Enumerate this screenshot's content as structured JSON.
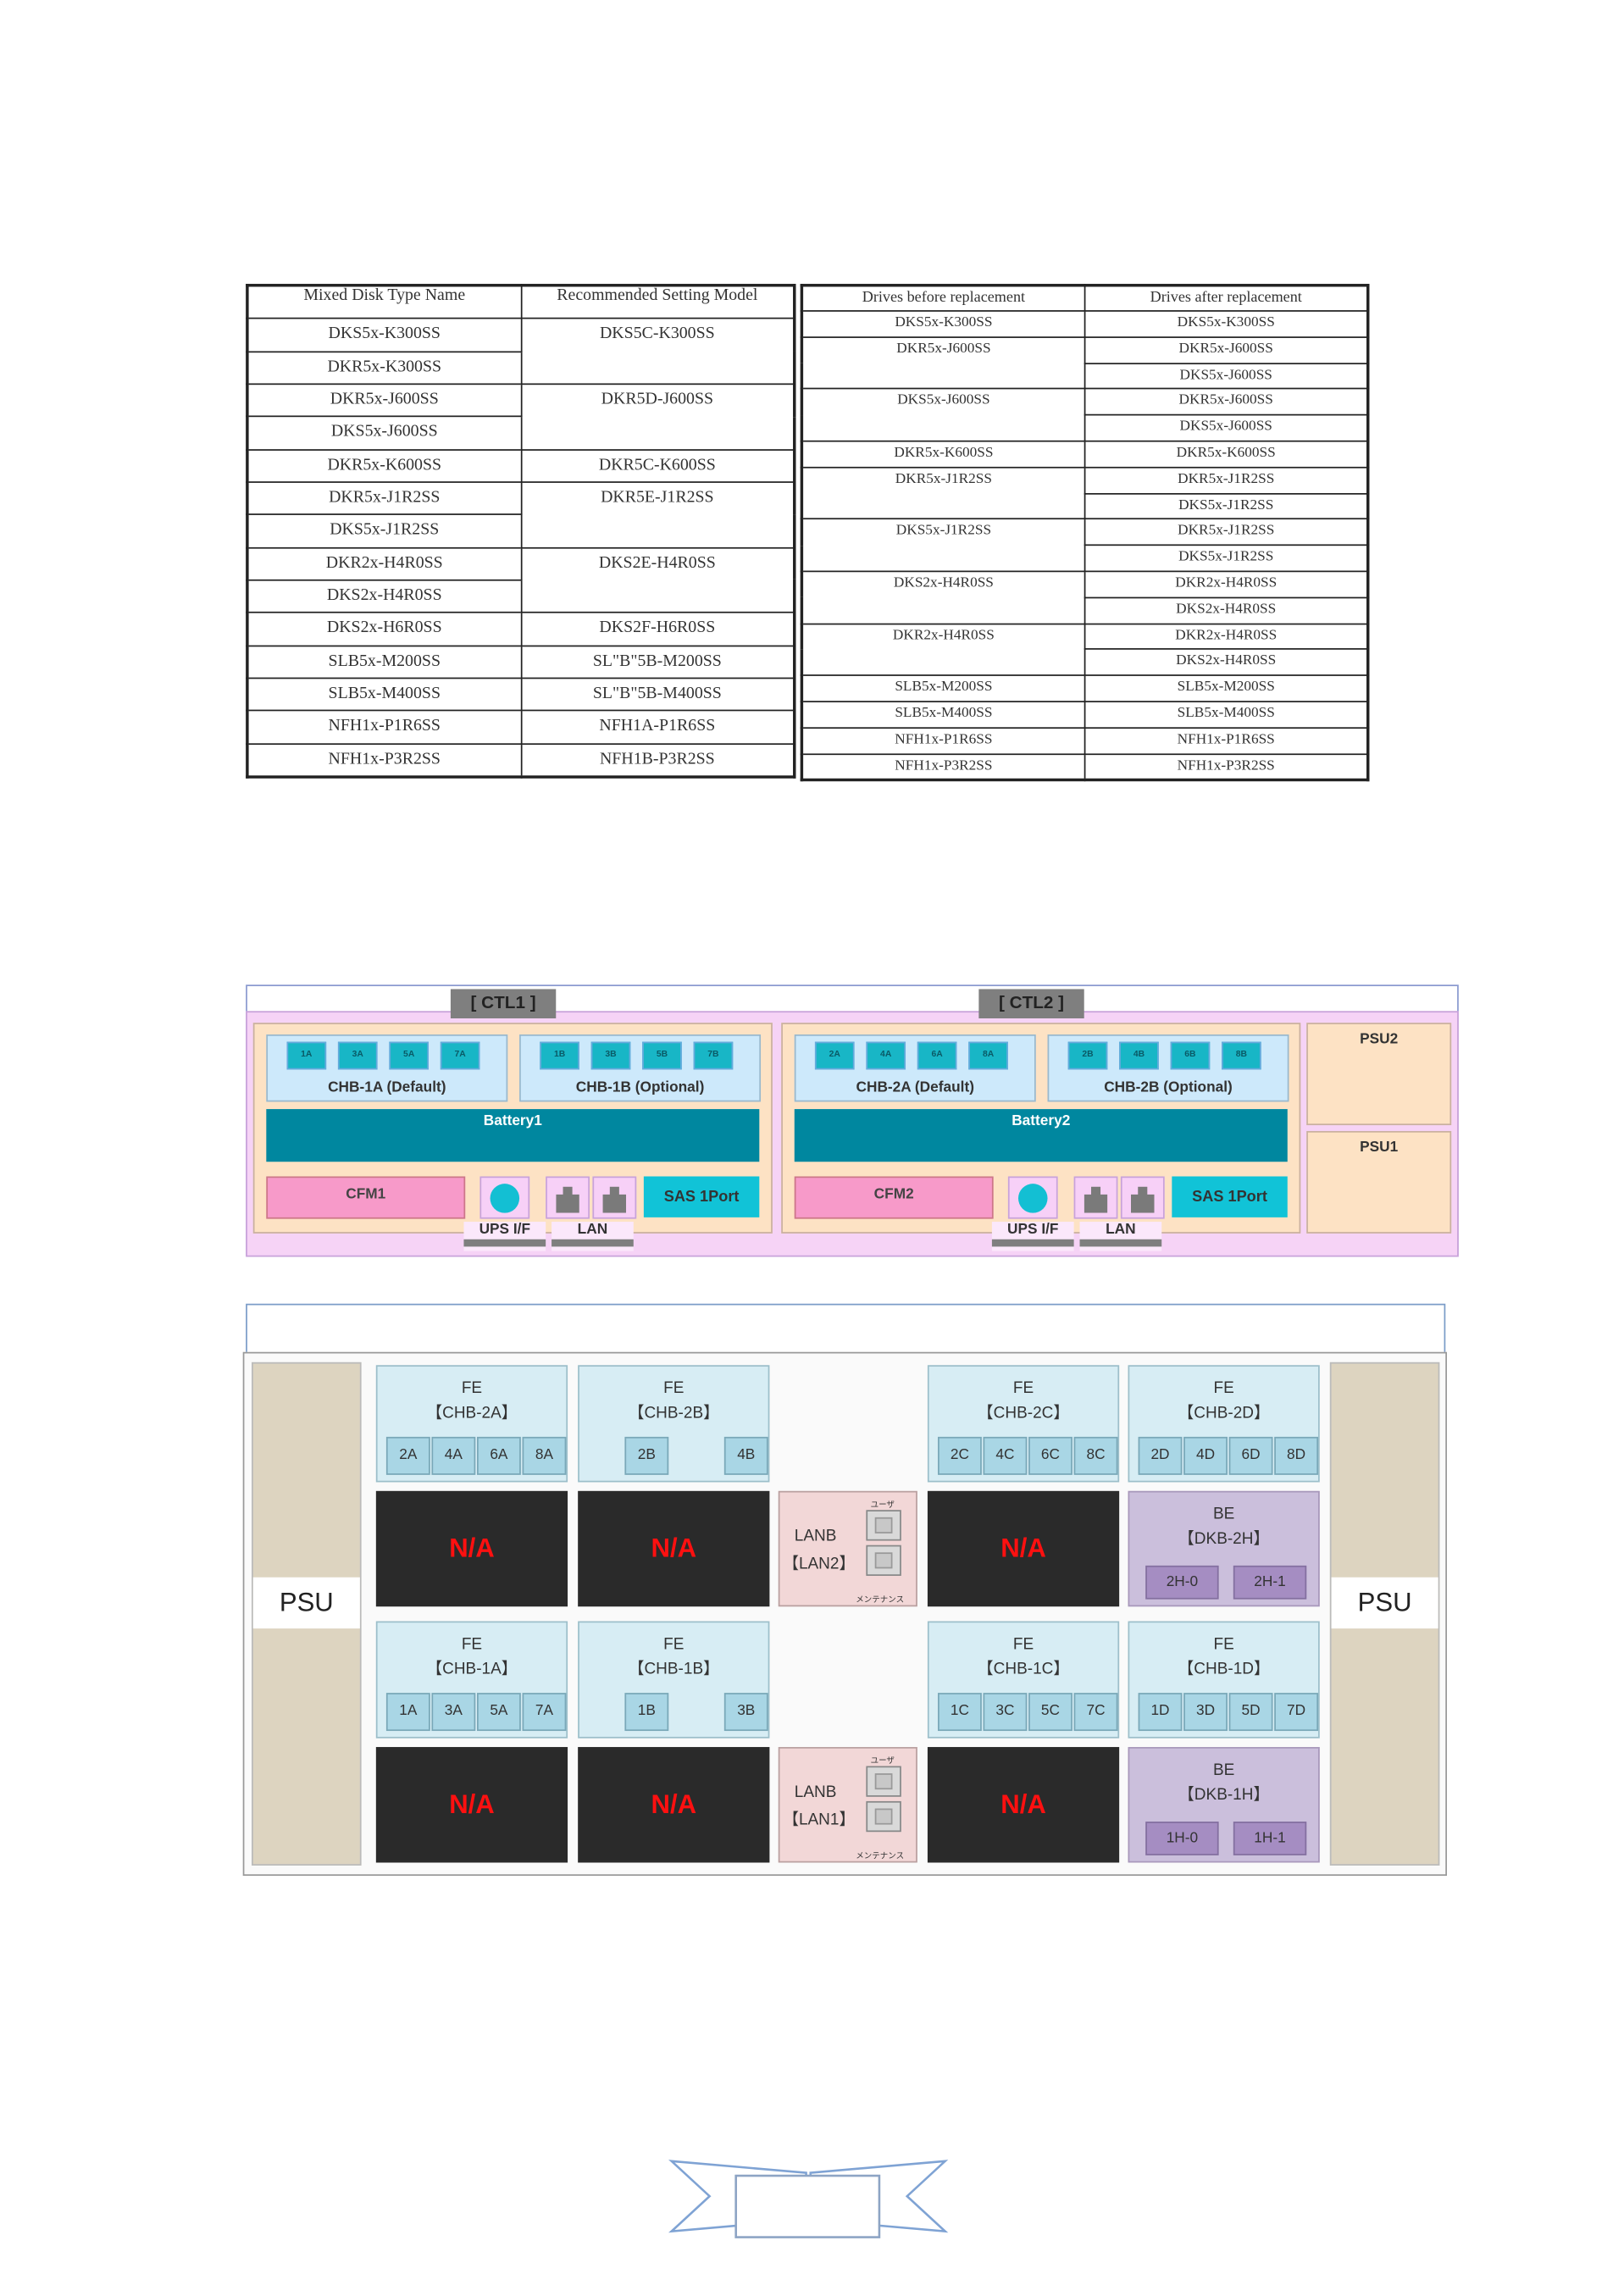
{
  "table1": {
    "headers": [
      "Mixed Disk Type Name",
      "Recommended Setting Model"
    ],
    "groups": [
      {
        "model": "DKS5C-K300SS",
        "items": [
          "DKS5x-K300SS",
          "DKR5x-K300SS"
        ]
      },
      {
        "model": "DKR5D-J600SS",
        "items": [
          "DKR5x-J600SS",
          "DKS5x-J600SS"
        ]
      },
      {
        "model": "DKR5C-K600SS",
        "items": [
          "DKR5x-K600SS"
        ]
      },
      {
        "model": "DKR5E-J1R2SS",
        "items": [
          "DKR5x-J1R2SS",
          "DKS5x-J1R2SS"
        ]
      },
      {
        "model": "DKS2E-H4R0SS",
        "items": [
          "DKR2x-H4R0SS",
          "DKS2x-H4R0SS"
        ]
      },
      {
        "model": "DKS2F-H6R0SS",
        "items": [
          "DKS2x-H6R0SS"
        ]
      },
      {
        "model": "SL\"B\"5B-M200SS",
        "items": [
          "SLB5x-M200SS"
        ]
      },
      {
        "model": "SL\"B\"5B-M400SS",
        "items": [
          "SLB5x-M400SS"
        ]
      },
      {
        "model": "NFH1A-P1R6SS",
        "items": [
          "NFH1x-P1R6SS"
        ]
      },
      {
        "model": "NFH1B-P3R2SS",
        "items": [
          "NFH1x-P3R2SS"
        ]
      }
    ]
  },
  "table2": {
    "headers": [
      "Drives before replacement",
      "Drives after replacement"
    ],
    "groups": [
      {
        "before": "DKS5x-K300SS",
        "after": [
          "DKS5x-K300SS"
        ]
      },
      {
        "before": "DKR5x-J600SS",
        "after": [
          "DKR5x-J600SS",
          "DKS5x-J600SS"
        ]
      },
      {
        "before": "DKS5x-J600SS",
        "after": [
          "DKR5x-J600SS",
          "DKS5x-J600SS"
        ]
      },
      {
        "before": "DKR5x-K600SS",
        "after": [
          "DKR5x-K600SS"
        ]
      },
      {
        "before": "DKR5x-J1R2SS",
        "after": [
          "DKR5x-J1R2SS",
          "DKS5x-J1R2SS"
        ]
      },
      {
        "before": "DKS5x-J1R2SS",
        "after": [
          "DKR5x-J1R2SS",
          "DKS5x-J1R2SS"
        ]
      },
      {
        "before": "DKS2x-H4R0SS",
        "after": [
          "DKR2x-H4R0SS",
          "DKS2x-H4R0SS"
        ]
      },
      {
        "before": "DKR2x-H4R0SS",
        "after": [
          "DKR2x-H4R0SS",
          "DKS2x-H4R0SS"
        ]
      },
      {
        "before": "SLB5x-M200SS",
        "after": [
          "SLB5x-M200SS"
        ]
      },
      {
        "before": "SLB5x-M400SS",
        "after": [
          "SLB5x-M400SS"
        ]
      },
      {
        "before": "NFH1x-P1R6SS",
        "after": [
          "NFH1x-P1R6SS"
        ]
      },
      {
        "before": "NFH1x-P3R2SS",
        "after": [
          "NFH1x-P3R2SS"
        ]
      }
    ]
  },
  "controller_diagram": {
    "controllers": [
      {
        "label": "[ CTL1 ]",
        "chbs": [
          {
            "label": "CHB-1A (Default)",
            "ports": [
              "1A",
              "3A",
              "5A",
              "7A"
            ]
          },
          {
            "label": "CHB-1B (Optional)",
            "ports": [
              "1B",
              "3B",
              "5B",
              "7B"
            ]
          }
        ],
        "battery": "Battery1",
        "cfm": "CFM1",
        "sas": "SAS 1Port",
        "ups": "UPS I/F",
        "lan": "LAN"
      },
      {
        "label": "[ CTL2 ]",
        "chbs": [
          {
            "label": "CHB-2A (Default)",
            "ports": [
              "2A",
              "4A",
              "6A",
              "8A"
            ]
          },
          {
            "label": "CHB-2B (Optional)",
            "ports": [
              "2B",
              "4B",
              "6B",
              "8B"
            ]
          }
        ],
        "battery": "Battery2",
        "cfm": "CFM2",
        "sas": "SAS 1Port",
        "ups": "UPS I/F",
        "lan": "LAN"
      }
    ],
    "psu2": "PSU2",
    "psu1": "PSU1"
  },
  "rear_diagram": {
    "psu_label": "PSU",
    "na_label": "N/A",
    "lan_user": "ユーザ",
    "lan_maint": "メンテナンス",
    "rows": [
      {
        "fe": [
          {
            "title": "FE",
            "name": "【CHB-2A】",
            "ports": [
              "2A",
              "4A",
              "6A",
              "8A"
            ]
          },
          {
            "title": "FE",
            "name": "【CHB-2B】",
            "ports": [
              "2B",
              "4B"
            ]
          },
          {
            "title": "FE",
            "name": "【CHB-2C】",
            "ports": [
              "2C",
              "4C",
              "6C",
              "8C"
            ]
          },
          {
            "title": "FE",
            "name": "【CHB-2D】",
            "ports": [
              "2D",
              "4D",
              "6D",
              "8D"
            ]
          }
        ],
        "lan": {
          "title": "LANB",
          "name": "【LAN2】"
        },
        "be": {
          "title": "BE",
          "name": "【DKB-2H】",
          "ports": [
            "2H-0",
            "2H-1"
          ]
        }
      },
      {
        "fe": [
          {
            "title": "FE",
            "name": "【CHB-1A】",
            "ports": [
              "1A",
              "3A",
              "5A",
              "7A"
            ]
          },
          {
            "title": "FE",
            "name": "【CHB-1B】",
            "ports": [
              "1B",
              "3B"
            ]
          },
          {
            "title": "FE",
            "name": "【CHB-1C】",
            "ports": [
              "1C",
              "3C",
              "5C",
              "7C"
            ]
          },
          {
            "title": "FE",
            "name": "【CHB-1D】",
            "ports": [
              "1D",
              "3D",
              "5D",
              "7D"
            ]
          }
        ],
        "lan": {
          "title": "LANB",
          "name": "【LAN1】"
        },
        "be": {
          "title": "BE",
          "name": "【DKB-1H】",
          "ports": [
            "1H-0",
            "1H-1"
          ]
        }
      }
    ]
  },
  "colors": {
    "battery": "#00879f",
    "port": "#18b6c6",
    "cfm": "#f79ac9",
    "na_text": "#ff1010",
    "be": "#cbbfdc"
  }
}
